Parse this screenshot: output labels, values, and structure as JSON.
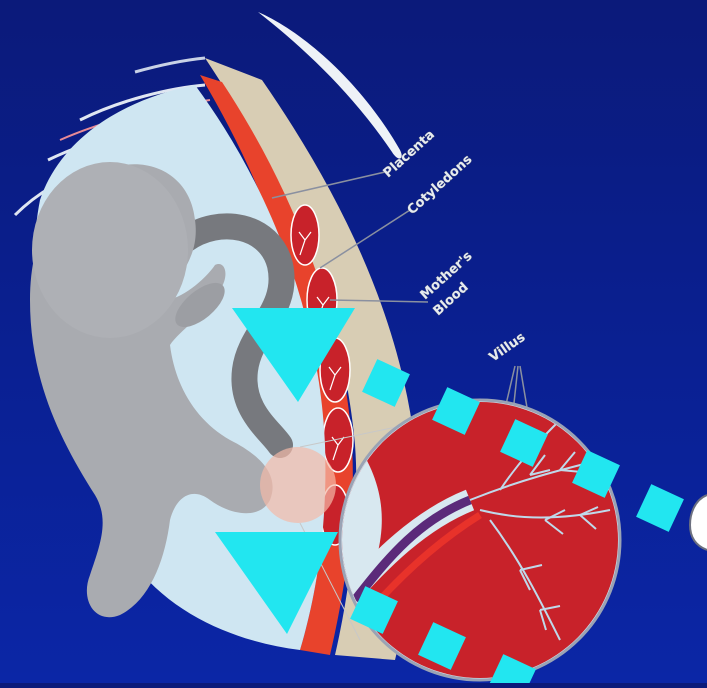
{
  "labels": {
    "placenta": "Placenta",
    "cotyledons": "Cotyledons",
    "mothers_blood_line1": "Mother's",
    "mothers_blood_line2": "Blood",
    "villus": "Villus"
  },
  "colors": {
    "background": "#0a1f8f",
    "arrow": "#22e6f0",
    "uterine_wall": "#d8cdb4",
    "placenta": "#e8432c",
    "blood": "#c8222a",
    "fetus": "#a9abb0",
    "amniotic": "#cfe6f2"
  },
  "icons": {
    "arrow_upper": "down-triangle-arrow",
    "arrow_lower": "down-triangle-arrow",
    "dashes": "square-dash-markers"
  }
}
